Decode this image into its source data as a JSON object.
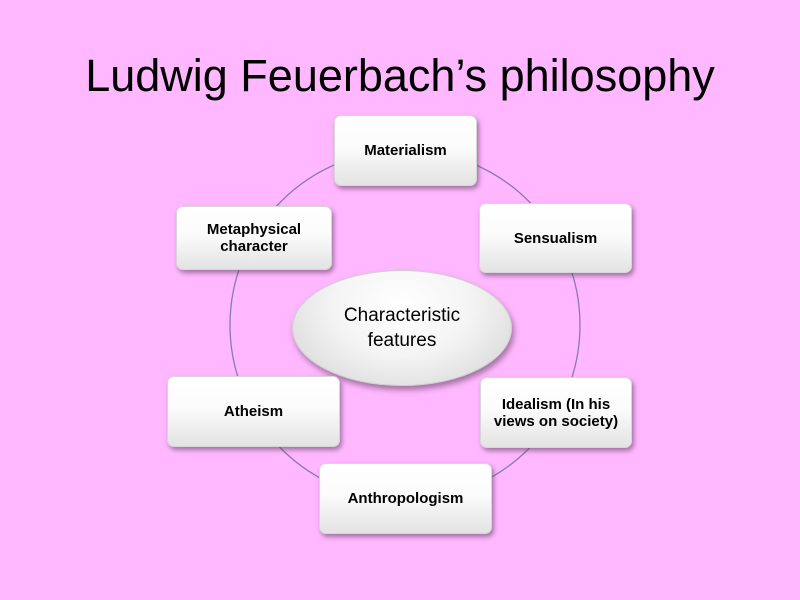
{
  "title": "Ludwig Feuerbach’s philosophy",
  "center": {
    "label": "Characteristic features"
  },
  "nodes": [
    {
      "id": "materialism",
      "label": "Materialism"
    },
    {
      "id": "sensualism",
      "label": "Sensualism"
    },
    {
      "id": "idealism",
      "label": "Idealism (In his views on society)"
    },
    {
      "id": "anthropologism",
      "label": "Anthropologism"
    },
    {
      "id": "atheism",
      "label": "Atheism"
    },
    {
      "id": "metaphysical",
      "label": "Metaphysical character"
    }
  ],
  "colors": {
    "background": "#ffb7ff",
    "ring": "#8a7ab0",
    "node_fill": "#ffffff"
  }
}
